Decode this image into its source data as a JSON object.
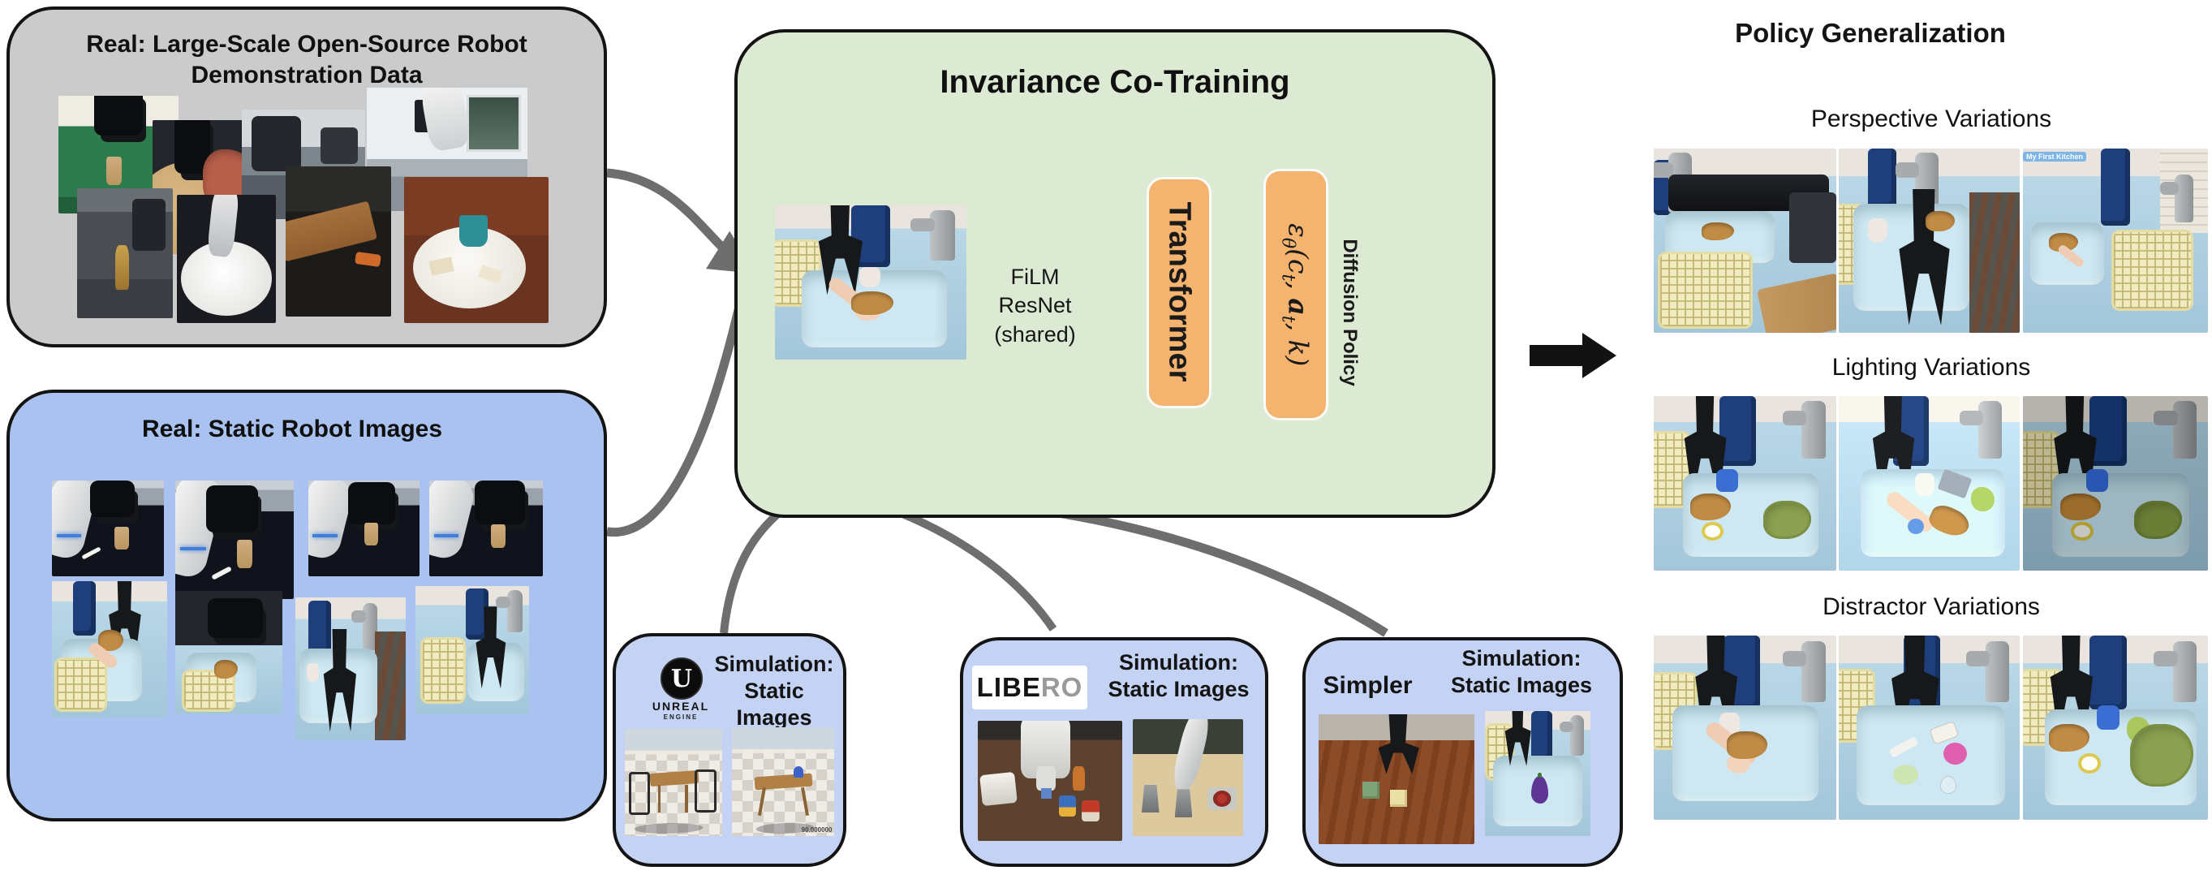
{
  "colors": {
    "demo_box_fill": "#cbcbcb",
    "real_static_fill": "#a9c2ef",
    "sim_box_fill": "#c4d3f3",
    "cotrain_fill": "#dcead4",
    "module_orange": "#f4b36e",
    "encoder_gray": "#bababa",
    "connector_gray": "#6e6e6e",
    "ink_black": "#141414"
  },
  "demo_box": {
    "title_line1": "Real: Large-Scale Open-Source Robot",
    "title_line2": "Demonstration Data",
    "photo_alts": [
      "robot over green table with cup",
      "black robot at round wooden table with red cloth",
      "robot in gray lab",
      "workshop table with wood plank and clamp",
      "white robot arm in office",
      "booth table with teal bucket and papers",
      "dark floor with bottle",
      "robot arm over white plate"
    ]
  },
  "static_box": {
    "title": "Real: Static Robot Images",
    "photo_alts": [
      "white robot with cup 1",
      "white robot with cup 2",
      "white robot with cup 3",
      "white robot with cup 4",
      "toy sink with rack spoon and sponge",
      "dark lab above toy sink",
      "gripper over toy sink with carpet",
      "toy sink with rack and gripper"
    ]
  },
  "cotrain": {
    "title": "Invariance Co-Training",
    "input_alt": "toy sink observation with gripper, spoon and sponge",
    "encoder_line1": "FiLM ResNet",
    "encoder_line2": "(shared)",
    "transformer_label": "Transformer",
    "policy": {
      "epsilon": "ε",
      "theta": "θ",
      "args_parts": [
        {
          "t": "(c",
          "s": "t"
        },
        {
          "t": ", ",
          "s": ""
        },
        {
          "t": "a",
          "s": "t"
        },
        {
          "t": ", k)",
          "s": ""
        }
      ]
    },
    "diffusion_label": "Diffusion Policy"
  },
  "sim_boxes": {
    "unreal": {
      "logo_letter": "U",
      "logo_line1": "UNREAL",
      "logo_line2": "ENGINE",
      "title_line1": "Simulation:",
      "title_line2": "Static Images",
      "overlay": "90.000000",
      "photo_alts": [
        "rendered room with table and chairs on checker floor",
        "rendered desk with blue lamp and mountains"
      ]
    },
    "libero": {
      "logo_black": "LIBE",
      "logo_gray": "RO",
      "title_line1": "Simulation:",
      "title_line2": "Static Images",
      "photo_alts": [
        "simulated table with cans, bin and white robot",
        "simulated kitchen with moka pots and burner"
      ]
    },
    "simpler": {
      "label": "Simpler",
      "title_line1": "Simulation:",
      "title_line2": "Static Images",
      "photo_alts": [
        "simulated wooden table with green and yellow cubes",
        "simulated sink with eggplant"
      ]
    }
  },
  "generalization": {
    "title": "Policy Generalization",
    "rows": [
      {
        "label": "Perspective Variations"
      },
      {
        "label": "Lighting Variations"
      },
      {
        "label": "Distractor Variations"
      }
    ],
    "kitchen_badge": "My First Kitchen"
  }
}
